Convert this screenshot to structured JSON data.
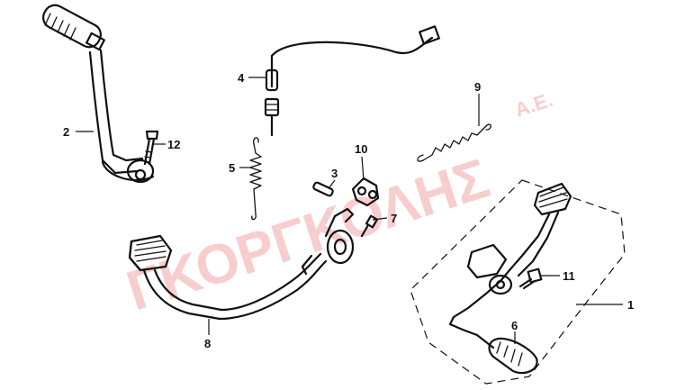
{
  "watermark": {
    "brand": "ΓΚΟΡΓΚΟΛΗΣ",
    "suffix": "Α.Ε.",
    "color": "#f2a6a6"
  },
  "callouts": {
    "p1": "1",
    "p2": "2",
    "p3": "3",
    "p4": "4",
    "p5": "5",
    "p6": "6",
    "p7": "7",
    "p8": "8",
    "p9": "9",
    "p10": "10",
    "p11": "11",
    "p12": "12"
  },
  "colors": {
    "line": "#111111",
    "background": "#ffffff"
  }
}
